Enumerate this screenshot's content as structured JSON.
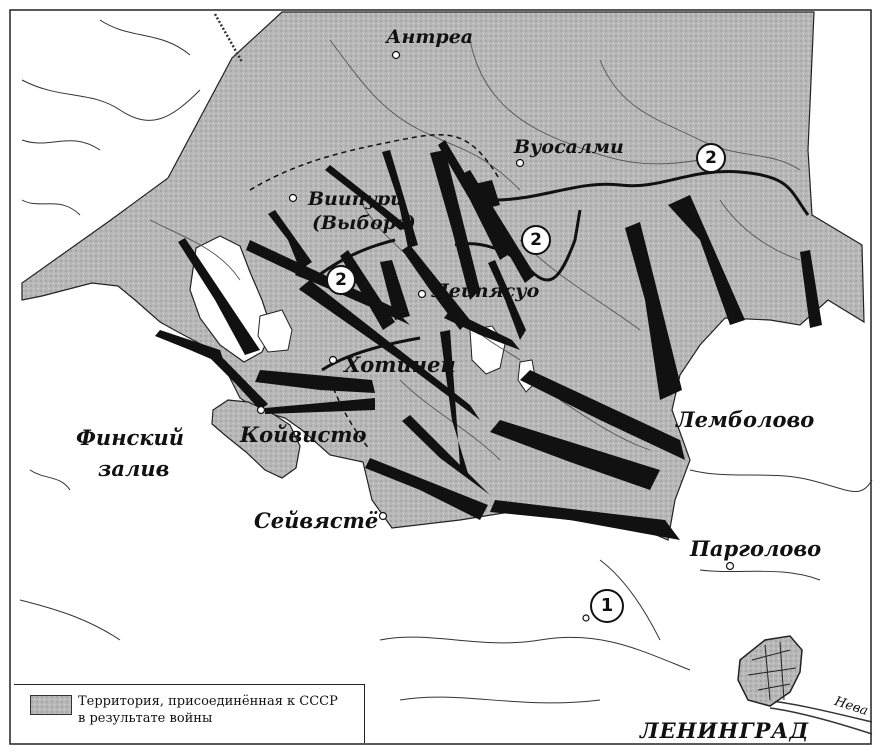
{
  "places": {
    "antrea": "Антреа",
    "vuosalmi": "Вуосалми",
    "viipuri": "Виипури",
    "vyborg": "(Выборг)",
    "leipyasuo": "Лейпясуо",
    "hotinen": "Хотинен",
    "koivisto": "Койвисто",
    "seivyaste": "Сейвястё",
    "lembolovo": "Лемболово",
    "pargolovo": "Парголово",
    "leningrad": "ЛЕНИНГРАД",
    "neva": "Нева"
  },
  "water": {
    "gulf_line1": "Финский",
    "gulf_line2": "залив"
  },
  "markers": {
    "m1": "1",
    "m2a": "2",
    "m2b": "2",
    "m2c": "2"
  },
  "legend": {
    "line1": "Территория, присоединённая к СССР",
    "line2": "в результате войны"
  },
  "colors": {
    "territory": "#b5b5b5",
    "ink": "#111111",
    "paper": "#ffffff"
  }
}
